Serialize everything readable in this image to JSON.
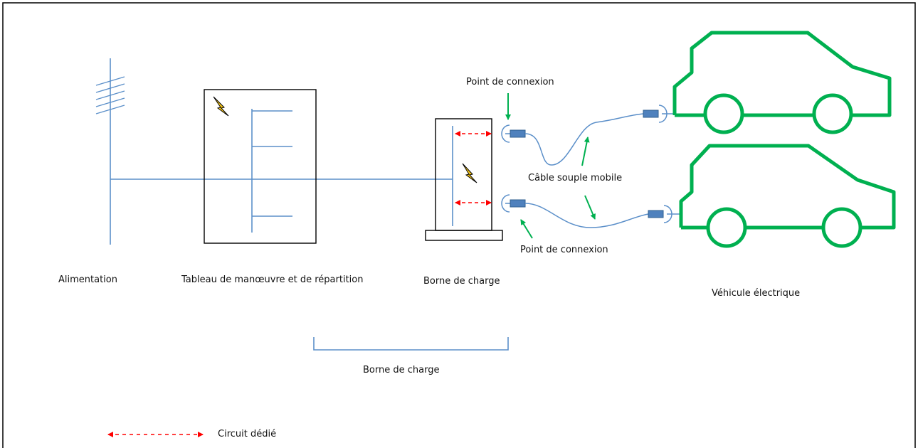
{
  "labels": {
    "supply": "Alimentation",
    "switchboard": "Tableau de manœuvre et de répartition",
    "charging_station": "Borne de charge",
    "vehicle": "Véhicule électrique",
    "bracket_label": "Borne de charge",
    "connection_point_top": "Point de connexion",
    "connection_point_bottom": "Point de connexion",
    "flexible_cable": "Câble souple mobile"
  },
  "legend": {
    "dedicated_circuit": "Circuit dédié"
  },
  "colors": {
    "line": "#5b8fc9",
    "arrow_green": "#00b050",
    "car_green": "#00b050",
    "dedicated_red": "#ff0000",
    "plug_fill": "#4f81bd",
    "border": "#000000"
  },
  "icons": {
    "lightning": "lightning-bolt-icon",
    "antenna": "power-supply-pole-icon",
    "car": "car-icon",
    "plug": "plug-icon"
  }
}
